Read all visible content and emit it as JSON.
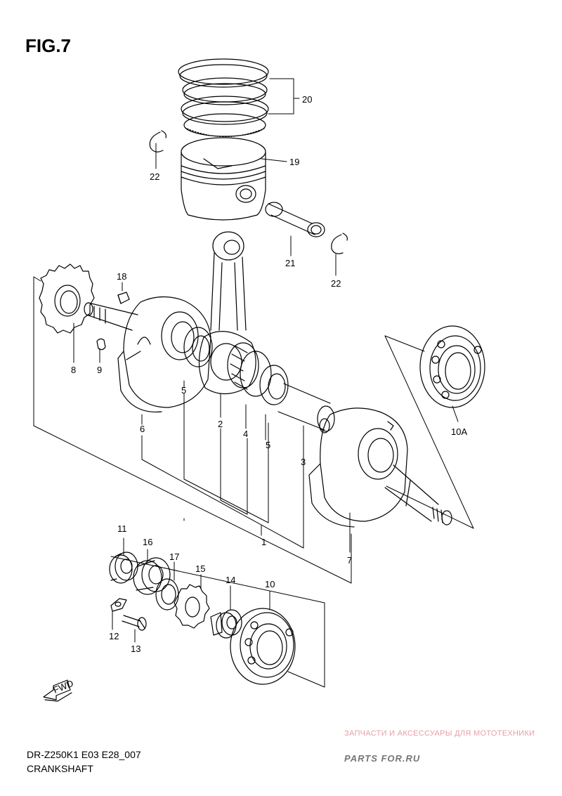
{
  "figure": {
    "title": "FIG.7"
  },
  "parts": [
    {
      "id": "p1",
      "label": "1"
    },
    {
      "id": "p2",
      "label": "2"
    },
    {
      "id": "p3",
      "label": "3"
    },
    {
      "id": "p4",
      "label": "4"
    },
    {
      "id": "p5a",
      "label": "5"
    },
    {
      "id": "p5b",
      "label": "5"
    },
    {
      "id": "p6",
      "label": "6"
    },
    {
      "id": "p7",
      "label": "7"
    },
    {
      "id": "p8",
      "label": "8"
    },
    {
      "id": "p9",
      "label": "9"
    },
    {
      "id": "p10",
      "label": "10"
    },
    {
      "id": "p10a",
      "label": "10A"
    },
    {
      "id": "p11",
      "label": "11"
    },
    {
      "id": "p12",
      "label": "12"
    },
    {
      "id": "p13",
      "label": "13"
    },
    {
      "id": "p14",
      "label": "14"
    },
    {
      "id": "p15",
      "label": "15"
    },
    {
      "id": "p16",
      "label": "16"
    },
    {
      "id": "p17",
      "label": "17"
    },
    {
      "id": "p18",
      "label": "18"
    },
    {
      "id": "p19",
      "label": "19"
    },
    {
      "id": "p20",
      "label": "20"
    },
    {
      "id": "p21",
      "label": "21"
    },
    {
      "id": "p22a",
      "label": "22"
    },
    {
      "id": "p22b",
      "label": "22"
    }
  ],
  "fwd_label": "FWD",
  "footer": {
    "code": "DR-Z250K1 E03 E28_007",
    "name": "CRANKSHAFT"
  },
  "watermark": {
    "tagline": "ЗАПЧАСТИ И АКСЕССУАРЫ ДЛЯ МОТОТЕХНИКИ",
    "logo": "PARTS FOR.RU",
    "color": "#e05a66"
  }
}
